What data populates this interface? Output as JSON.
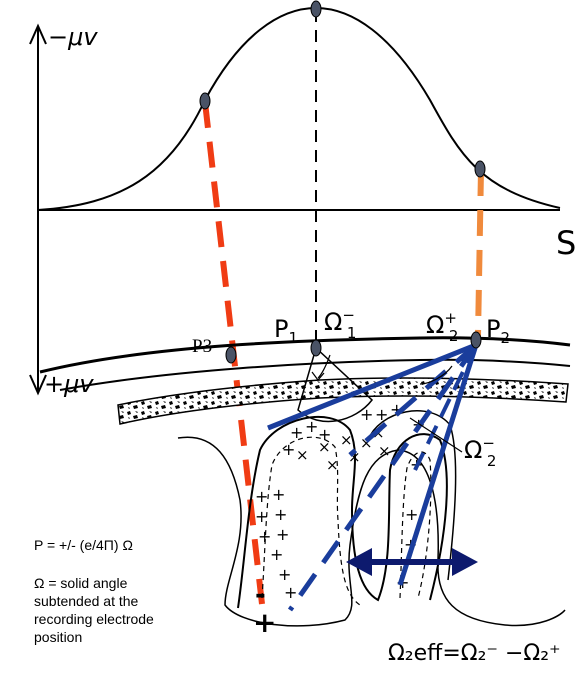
{
  "graph": {
    "y_label_top": "−μv",
    "y_label_bottom": "+μv",
    "x_label": "S"
  },
  "points": {
    "p1": "P",
    "p1_sub": "1",
    "p2": "P",
    "p2_sub": "2",
    "p3": "P3"
  },
  "angles": {
    "omega1_minus": "Ω",
    "omega1_minus_sub": "1",
    "omega1_minus_sup": "−",
    "omega2_plus": "Ω",
    "omega2_plus_sub": "2",
    "omega2_plus_sup": "+",
    "omega2_minus": "Ω",
    "omega2_minus_sub": "2",
    "omega2_minus_sup": "−"
  },
  "formula": {
    "potential": "P = +/- (e/4Π) Ω",
    "omega_definition": "Ω = solid angle subtended at the recording electrode position",
    "effective": "Ω₂eff=Ω₂⁻ −Ω₂⁺"
  },
  "charges": {
    "minus": "-",
    "plus": "+"
  },
  "colors": {
    "red_dashed": "#f03c14",
    "orange_dashed": "#f08a3c",
    "blue": "#1a3d9c",
    "navy_arrow": "#0d1a6e",
    "electrode": "#4a5366"
  }
}
